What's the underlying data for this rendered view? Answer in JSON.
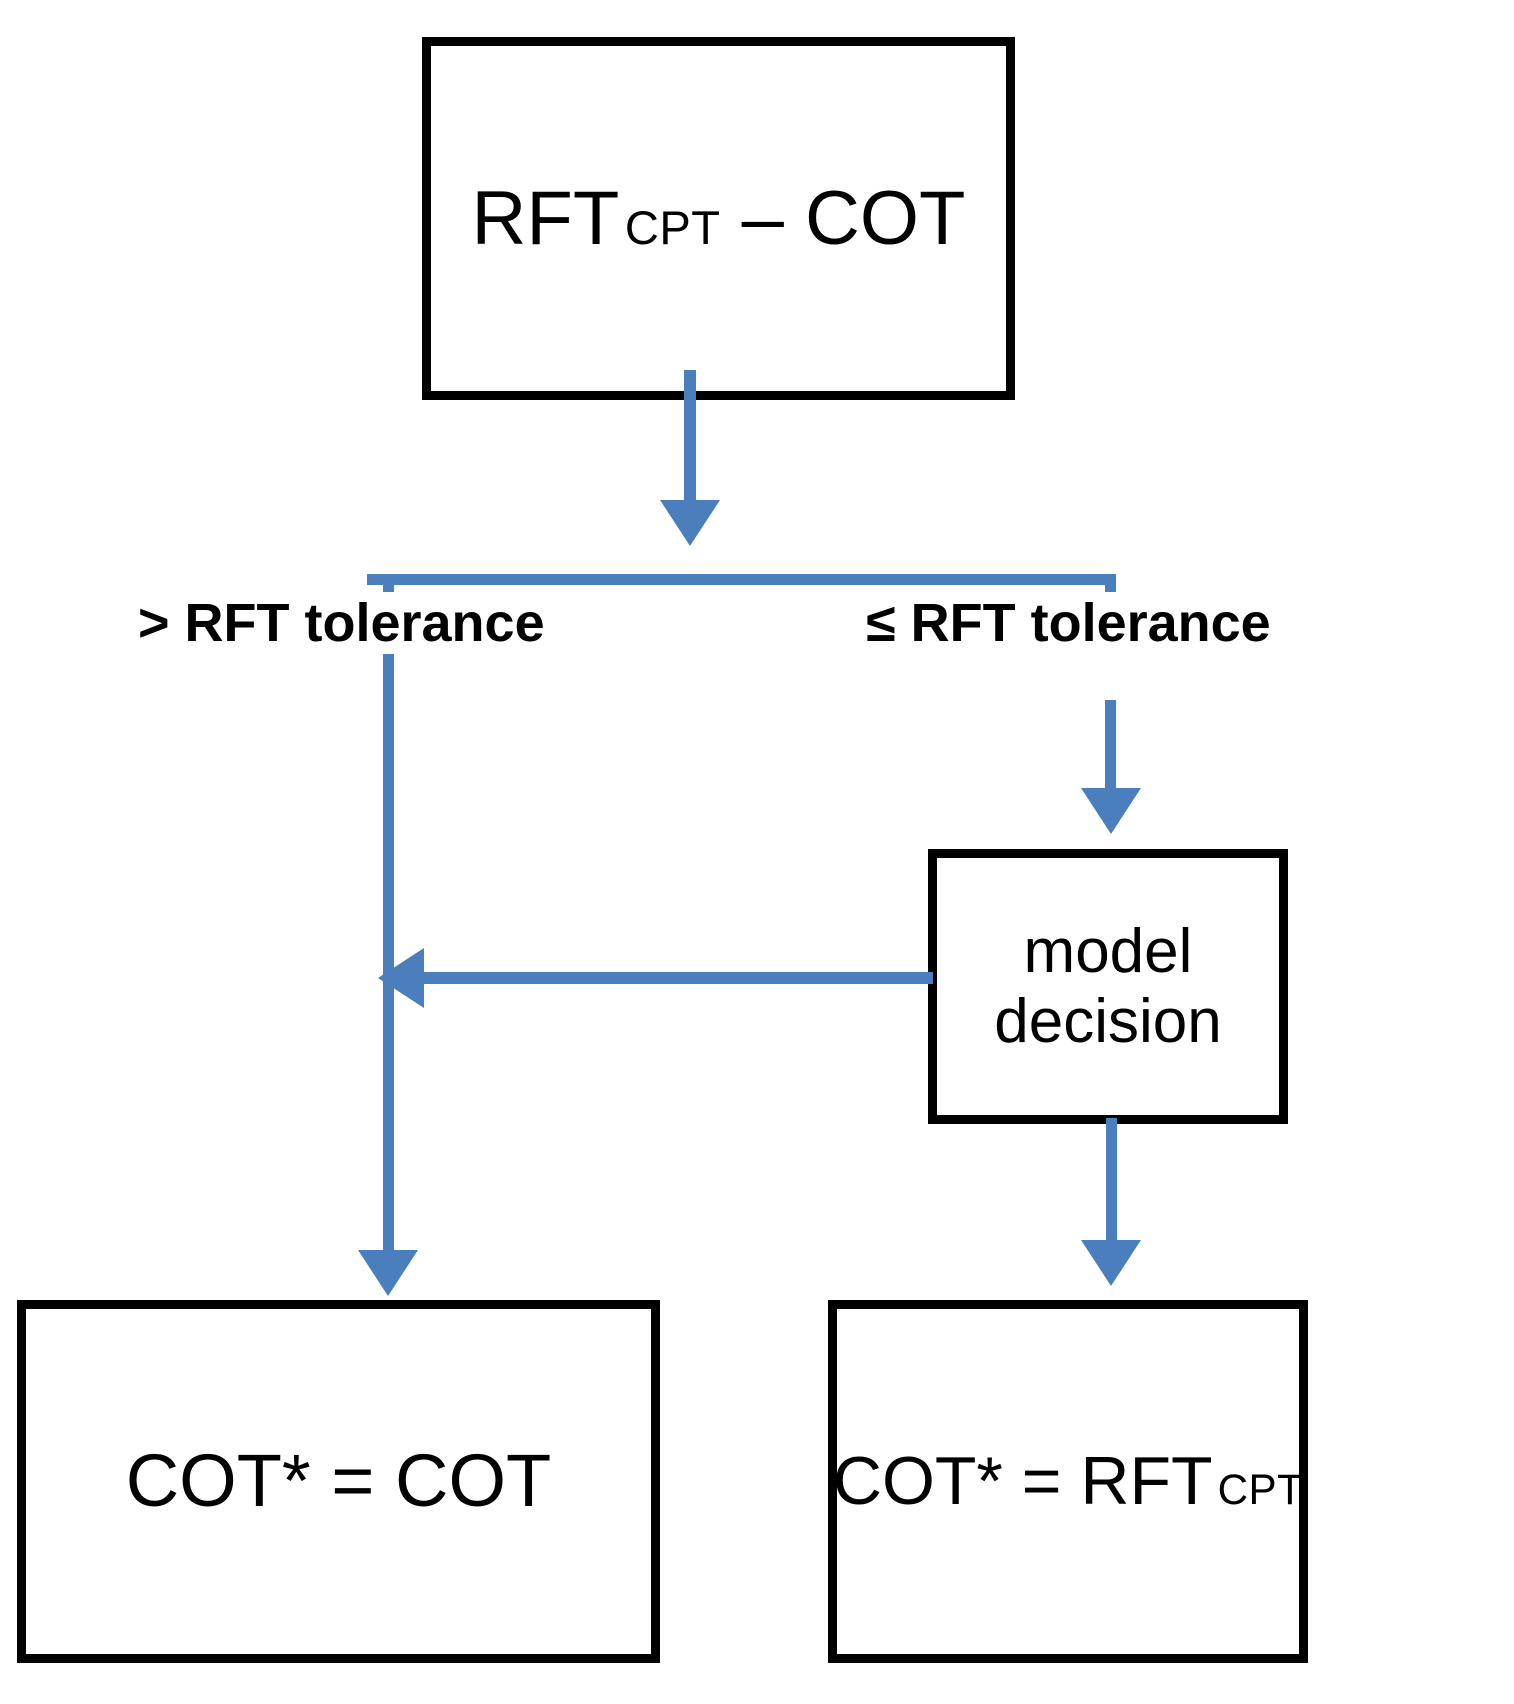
{
  "diagram": {
    "title": "RFT CPT and COT decision flow",
    "accent_color": "#4a7ebc",
    "line_color": "#000000",
    "background": "#ffffff"
  },
  "nodes": {
    "top": {
      "id": "rft-cpt-minus-cot",
      "text_main": "RFT",
      "text_sub": "CPT",
      "text_tail": "– COT",
      "full_text": "RFT CPT – COT"
    },
    "model_decision": {
      "id": "model-decision",
      "line1": "model",
      "line2": "decision",
      "full_text": "model decision"
    },
    "bottom_left": {
      "id": "cot-star-equals-cot",
      "text_main": "COT* = COT",
      "full_text": "COT* = COT"
    },
    "bottom_right": {
      "id": "cot-star-equals-rft-cpt",
      "text_main": "COT* = RFT",
      "text_sub": "CPT",
      "full_text": "COT* = RFT CPT"
    }
  },
  "branches": {
    "left": {
      "label": "> RFT tolerance",
      "target": "COT* = COT"
    },
    "right": {
      "label": "≤ RFT tolerance",
      "target": "model decision"
    }
  },
  "edges": [
    {
      "name": "top-to-split",
      "from": "RFT CPT – COT",
      "to": "split",
      "direction": "down"
    },
    {
      "name": "split-to-left-branch",
      "from": "split",
      "to": "> RFT tolerance",
      "direction": "down"
    },
    {
      "name": "split-to-right-branch",
      "from": "split",
      "to": "≤ RFT tolerance",
      "direction": "down"
    },
    {
      "name": "right-branch-to-model",
      "from": "≤ RFT tolerance",
      "to": "model decision",
      "direction": "down"
    },
    {
      "name": "model-to-left-branch",
      "from": "model decision",
      "to": "left branch",
      "direction": "left"
    },
    {
      "name": "left-branch-to-cot",
      "from": "left branch",
      "to": "COT* = COT",
      "direction": "down"
    },
    {
      "name": "model-to-rft",
      "from": "model decision",
      "to": "COT* = RFT CPT",
      "direction": "down"
    }
  ]
}
